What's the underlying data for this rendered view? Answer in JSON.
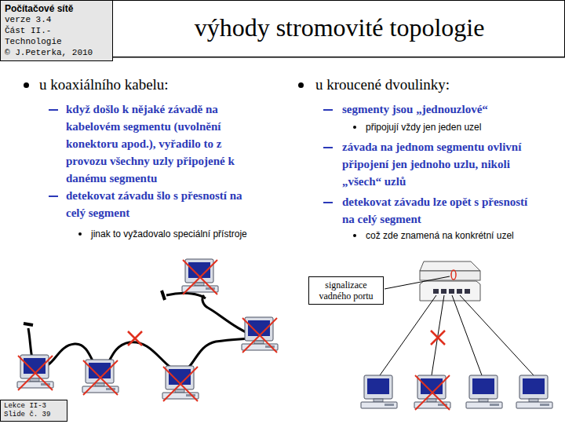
{
  "diagram": {
    "title": "výhody stromovité topologie",
    "nodes": [
      {
        "text": [
          "Počítačové sítě",
          "verze 3.4",
          "Část II.-Technologie",
          "© J.Peterka, 2010"
        ]
      },
      {
        "text": [
          "signalizace vadného portu"
        ]
      },
      {
        "text": [
          "Lekce II-3",
          "Slide č. 39"
        ]
      }
    ],
    "labels": [
      "u koaxiálního kabelu:",
      "když došlo k nějaké závadě na kabelovém segmentu (uvolnění konektoru apod.), vyřadilo to z provozu všechny uzly připojené k danému segmentu",
      "detekovat závadu šlo s přesností na celý segment",
      "jinak to vyžadovalo speciální přístroje",
      "u kroucené dvoulinky:",
      "segmenty jsou „jednouzlové“",
      "připojují vždy jen jeden uzel",
      "závada na jednom segmentu ovlivní připojení jen jednoho uzlu, nikoli „všech“ uzlů",
      "detekovat závadu lze opět s přesností na celý segment",
      "což zde znamená na konkrétní uzel"
    ]
  }
}
